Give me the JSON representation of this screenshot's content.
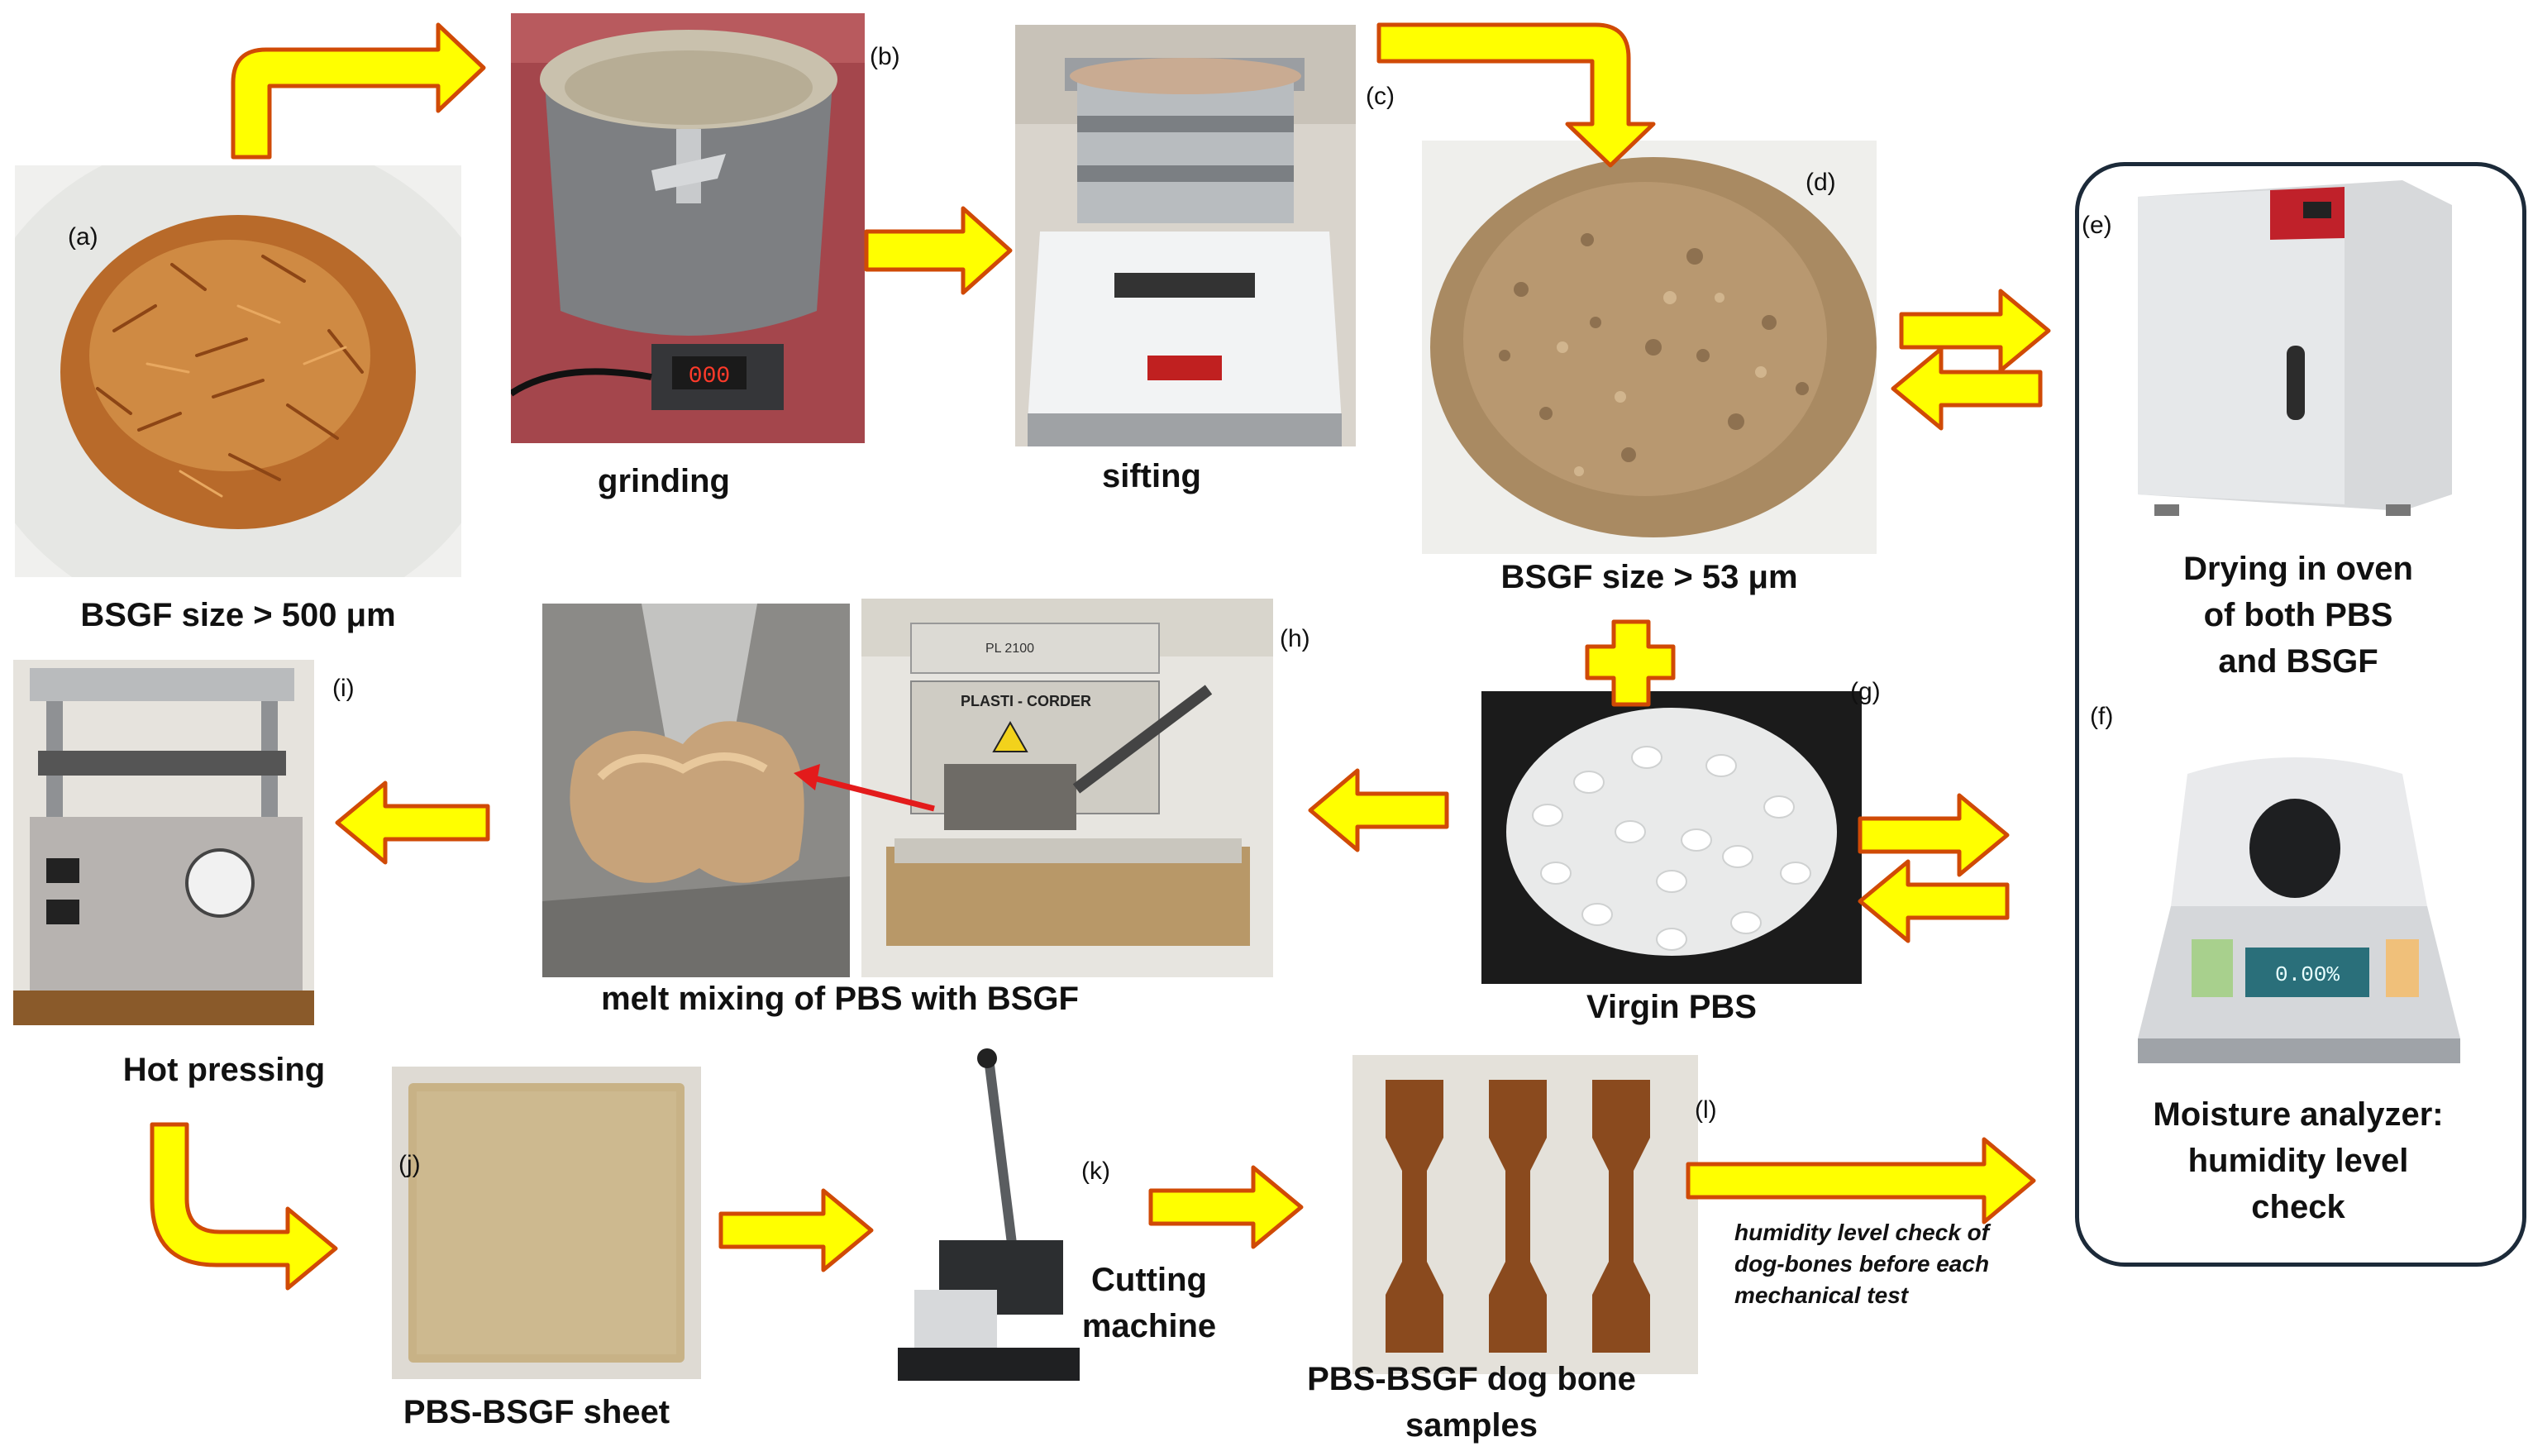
{
  "labels": {
    "a": "(a)",
    "b": "(b)",
    "c": "(c)",
    "d": "(d)",
    "e": "(e)",
    "f": "(f)",
    "g": "(g)",
    "h": "(h)",
    "i": "(i)",
    "j": "(j)",
    "k": "(k)",
    "l": "(l)"
  },
  "captions": {
    "bsgf_500": "BSGF size > 500 μm",
    "grinding": "grinding",
    "sifting": "sifting",
    "bsgf_53": "BSGF size > 53 μm",
    "drying_l1": "Drying in oven",
    "drying_l2": "of both PBS",
    "drying_l3": "and BSGF",
    "moisture_l1": "Moisture analyzer:",
    "moisture_l2": "humidity level",
    "moisture_l3": "check",
    "virgin_pbs": "Virgin  PBS",
    "melt_mixing": "melt mixing of PBS with BSGF",
    "hot_pressing": "Hot pressing",
    "sheet": "PBS-BSGF sheet",
    "cutting_l1": "Cutting",
    "cutting_l2": "machine",
    "dogbone_l1": "PBS-BSGF dog bone",
    "dogbone_l2": "samples"
  },
  "note": {
    "l1": "humidity level check of",
    "l2": "dog-bones before each",
    "l3": "mechanical test"
  },
  "device_text": {
    "grinder_display": "000",
    "plasticorder_brand": "PLASTI - CORDER",
    "plasticorder_model": "PL 2100",
    "analyzer_display": "0.00%"
  },
  "colors": {
    "arrow_fill": "#ffff00",
    "arrow_stroke": "#d04a06",
    "panel_border": "#1c2a39",
    "caption": "#111111",
    "red_pointer": "#e31b1b"
  }
}
